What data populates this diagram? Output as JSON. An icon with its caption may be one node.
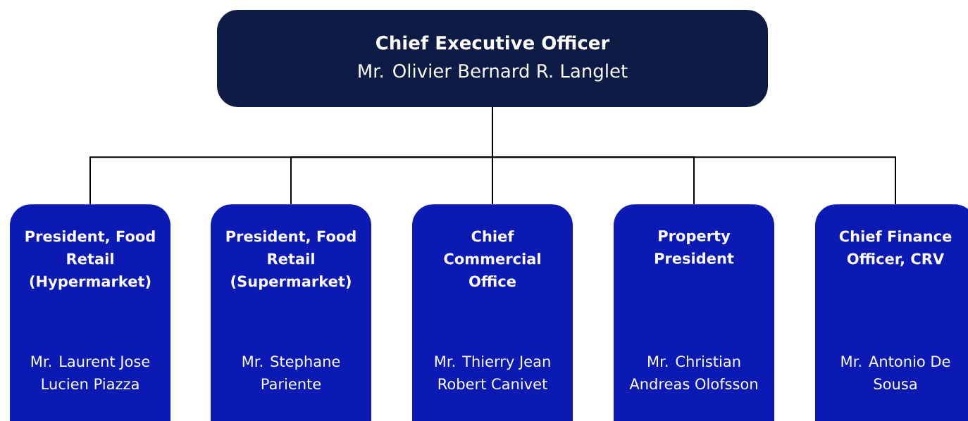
{
  "diagram": {
    "nodes": [
      {
        "text": [
          "Chief Executive Officer",
          "Mr. Olivier Bernard R. Langlet"
        ]
      },
      {
        "text": [
          "President, Food Retail (Hypermarket)",
          "Mr. Laurent Jose Lucien Piazza"
        ]
      },
      {
        "text": [
          "President, Food Retail (Supermarket)",
          "Mr. Stephane Pariente"
        ]
      },
      {
        "text": [
          "Chief Commercial Office",
          "Mr. Thierry Jean Robert Canivet"
        ]
      },
      {
        "text": [
          "Property President",
          "Mr. Christian Andreas Olofsson"
        ]
      },
      {
        "text": [
          "Chief Finance Officer, CRV",
          "Mr. Antonio De Sousa"
        ]
      }
    ],
    "edges": [
      {
        "from": 0,
        "to": 1,
        "arrow": "none"
      },
      {
        "from": 0,
        "to": 2,
        "arrow": "none"
      },
      {
        "from": 0,
        "to": 3,
        "arrow": "none"
      },
      {
        "from": 0,
        "to": 4,
        "arrow": "none"
      },
      {
        "from": 0,
        "to": 5,
        "arrow": "none"
      }
    ]
  }
}
